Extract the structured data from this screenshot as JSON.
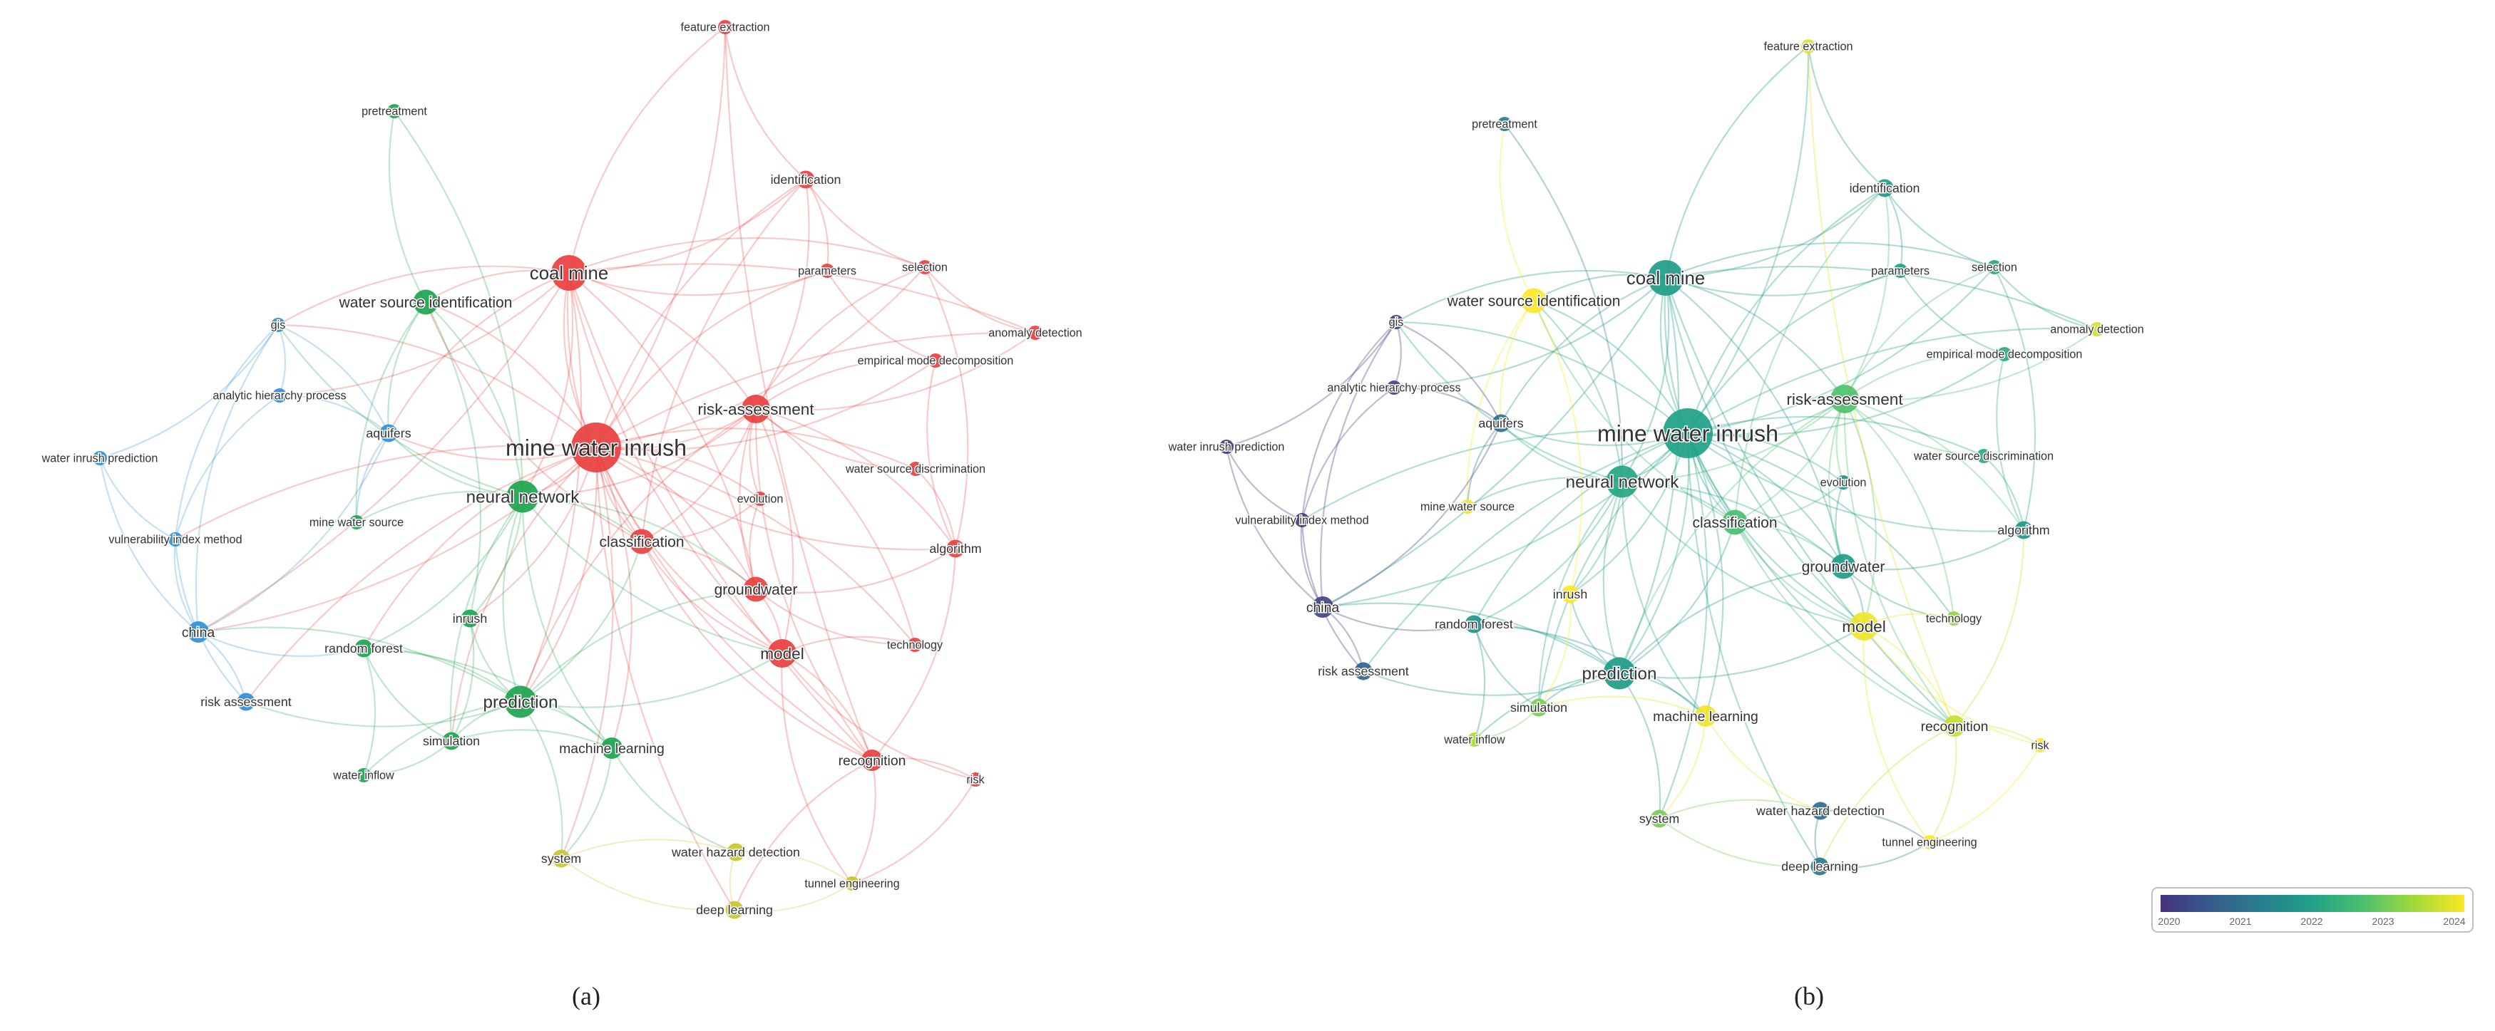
{
  "panels": [
    {
      "id": "a",
      "caption": "(a)"
    },
    {
      "id": "b",
      "caption": "(b)"
    }
  ],
  "nodes": [
    {
      "id": "feature_extraction",
      "label": "feature extraction",
      "cluster": "red",
      "year": 2023.8,
      "weight": 1
    },
    {
      "id": "pretreatment",
      "label": "pretreatment",
      "cluster": "green",
      "year": 2021.3,
      "weight": 1
    },
    {
      "id": "identification",
      "label": "identification",
      "cluster": "red",
      "year": 2021.8,
      "weight": 1.5
    },
    {
      "id": "coal_mine",
      "label": "coal mine",
      "cluster": "red",
      "year": 2021.9,
      "weight": 4
    },
    {
      "id": "parameters",
      "label": "parameters",
      "cluster": "red",
      "year": 2022.0,
      "weight": 1
    },
    {
      "id": "selection",
      "label": "selection",
      "cluster": "red",
      "year": 2022.1,
      "weight": 1
    },
    {
      "id": "water_source_identification",
      "label": "water source identification",
      "cluster": "green",
      "year": 2024.0,
      "weight": 2.5
    },
    {
      "id": "gis",
      "label": "gis",
      "cluster": "blue",
      "year": 2020.2,
      "weight": 1
    },
    {
      "id": "anomaly_detection",
      "label": "anomaly detection",
      "cluster": "red",
      "year": 2023.7,
      "weight": 1
    },
    {
      "id": "empirical_mode_decomposition",
      "label": "empirical mode decomposition",
      "cluster": "red",
      "year": 2022.2,
      "weight": 1
    },
    {
      "id": "analytic_hierarchy_process",
      "label": "analytic hierarchy process",
      "cluster": "blue",
      "year": 2020.3,
      "weight": 1
    },
    {
      "id": "risk_assessment_main",
      "label": "risk-assessment",
      "cluster": "red",
      "year": 2022.7,
      "weight": 3
    },
    {
      "id": "aquifers",
      "label": "aquifers",
      "cluster": "blue",
      "year": 2021.0,
      "weight": 1.5
    },
    {
      "id": "mine_water_inrush",
      "label": "mine water inrush",
      "cluster": "red",
      "year": 2022.0,
      "weight": 6
    },
    {
      "id": "water_inrush_prediction",
      "label": "water inrush prediction",
      "cluster": "blue",
      "year": 2020.1,
      "weight": 1
    },
    {
      "id": "water_source_discrimination",
      "label": "water source discrimination",
      "cluster": "red",
      "year": 2022.2,
      "weight": 1
    },
    {
      "id": "neural_network",
      "label": "neural network",
      "cluster": "green",
      "year": 2022.1,
      "weight": 3.5
    },
    {
      "id": "evolution",
      "label": "evolution",
      "cluster": "red",
      "year": 2021.7,
      "weight": 1
    },
    {
      "id": "mine_water_source",
      "label": "mine water source",
      "cluster": "green",
      "year": 2023.9,
      "weight": 1
    },
    {
      "id": "vulnerability_index_method",
      "label": "vulnerability index method",
      "cluster": "blue",
      "year": 2020.1,
      "weight": 1
    },
    {
      "id": "classification",
      "label": "classification",
      "cluster": "red",
      "year": 2022.6,
      "weight": 2.5
    },
    {
      "id": "algorithm",
      "label": "algorithm",
      "cluster": "red",
      "year": 2021.8,
      "weight": 1.5
    },
    {
      "id": "groundwater",
      "label": "groundwater",
      "cluster": "red",
      "year": 2021.9,
      "weight": 2.5
    },
    {
      "id": "inrush",
      "label": "inrush",
      "cluster": "green",
      "year": 2024.0,
      "weight": 1.5
    },
    {
      "id": "china",
      "label": "china",
      "cluster": "blue",
      "year": 2020.3,
      "weight": 2
    },
    {
      "id": "random_forest",
      "label": "random forest",
      "cluster": "green",
      "year": 2021.7,
      "weight": 1.5
    },
    {
      "id": "model",
      "label": "model",
      "cluster": "red",
      "year": 2023.9,
      "weight": 3
    },
    {
      "id": "technology",
      "label": "technology",
      "cluster": "red",
      "year": 2023.2,
      "weight": 1
    },
    {
      "id": "risk_assessment",
      "label": "risk assessment",
      "cluster": "blue",
      "year": 2020.8,
      "weight": 1.5
    },
    {
      "id": "prediction",
      "label": "prediction",
      "cluster": "green",
      "year": 2021.9,
      "weight": 3.5
    },
    {
      "id": "simulation",
      "label": "simulation",
      "cluster": "green",
      "year": 2023.0,
      "weight": 1.5
    },
    {
      "id": "machine_learning",
      "label": "machine learning",
      "cluster": "green",
      "year": 2023.9,
      "weight": 2
    },
    {
      "id": "recognition",
      "label": "recognition",
      "cluster": "red",
      "year": 2023.6,
      "weight": 2
    },
    {
      "id": "water_inflow",
      "label": "water inflow",
      "cluster": "green",
      "year": 2023.4,
      "weight": 1
    },
    {
      "id": "risk",
      "label": "risk",
      "cluster": "red",
      "year": 2024.0,
      "weight": 1
    },
    {
      "id": "system",
      "label": "system",
      "cluster": "yellow",
      "year": 2023.0,
      "weight": 1.5
    },
    {
      "id": "water_hazard_detection",
      "label": "water hazard detection",
      "cluster": "yellow",
      "year": 2021.0,
      "weight": 1.5
    },
    {
      "id": "tunnel_engineering",
      "label": "tunnel engineering",
      "cluster": "yellow",
      "year": 2024.0,
      "weight": 1
    },
    {
      "id": "deep_learning",
      "label": "deep learning",
      "cluster": "yellow",
      "year": 2021.2,
      "weight": 1.5
    }
  ],
  "edges": [
    [
      "mine_water_inrush",
      "coal_mine"
    ],
    [
      "mine_water_inrush",
      "risk_assessment_main"
    ],
    [
      "mine_water_inrush",
      "neural_network"
    ],
    [
      "mine_water_inrush",
      "classification"
    ],
    [
      "mine_water_inrush",
      "groundwater"
    ],
    [
      "mine_water_inrush",
      "model"
    ],
    [
      "mine_water_inrush",
      "prediction"
    ],
    [
      "mine_water_inrush",
      "water_source_identification"
    ],
    [
      "mine_water_inrush",
      "identification"
    ],
    [
      "mine_water_inrush",
      "feature_extraction"
    ],
    [
      "mine_water_inrush",
      "aquifers"
    ],
    [
      "mine_water_inrush",
      "gis"
    ],
    [
      "mine_water_inrush",
      "china"
    ],
    [
      "mine_water_inrush",
      "random_forest"
    ],
    [
      "mine_water_inrush",
      "machine_learning"
    ],
    [
      "mine_water_inrush",
      "recognition"
    ],
    [
      "mine_water_inrush",
      "evolution"
    ],
    [
      "mine_water_inrush",
      "algorithm"
    ],
    [
      "mine_water_inrush",
      "parameters"
    ],
    [
      "mine_water_inrush",
      "selection"
    ],
    [
      "mine_water_inrush",
      "water_source_discrimination"
    ],
    [
      "mine_water_inrush",
      "simulation"
    ],
    [
      "mine_water_inrush",
      "system"
    ],
    [
      "mine_water_inrush",
      "deep_learning"
    ],
    [
      "mine_water_inrush",
      "inrush"
    ],
    [
      "mine_water_inrush",
      "vulnerability_index_method"
    ],
    [
      "mine_water_inrush",
      "technology"
    ],
    [
      "mine_water_inrush",
      "empirical_mode_decomposition"
    ],
    [
      "mine_water_inrush",
      "anomaly_detection"
    ],
    [
      "mine_water_inrush",
      "risk_assessment"
    ],
    [
      "coal_mine",
      "risk_assessment_main"
    ],
    [
      "coal_mine",
      "identification"
    ],
    [
      "coal_mine",
      "feature_extraction"
    ],
    [
      "coal_mine",
      "classification"
    ],
    [
      "coal_mine",
      "groundwater"
    ],
    [
      "coal_mine",
      "model"
    ],
    [
      "coal_mine",
      "prediction"
    ],
    [
      "coal_mine",
      "parameters"
    ],
    [
      "coal_mine",
      "selection"
    ],
    [
      "coal_mine",
      "gis"
    ],
    [
      "coal_mine",
      "china"
    ],
    [
      "coal_mine",
      "water_source_identification"
    ],
    [
      "coal_mine",
      "neural_network"
    ],
    [
      "coal_mine",
      "recognition"
    ],
    [
      "coal_mine",
      "anomaly_detection"
    ],
    [
      "coal_mine",
      "aquifers"
    ],
    [
      "coal_mine",
      "analytic_hierarchy_process"
    ],
    [
      "risk_assessment_main",
      "identification"
    ],
    [
      "risk_assessment_main",
      "classification"
    ],
    [
      "risk_assessment_main",
      "groundwater"
    ],
    [
      "risk_assessment_main",
      "model"
    ],
    [
      "risk_assessment_main",
      "evolution"
    ],
    [
      "risk_assessment_main",
      "algorithm"
    ],
    [
      "risk_assessment_main",
      "water_source_discrimination"
    ],
    [
      "risk_assessment_main",
      "neural_network"
    ],
    [
      "risk_assessment_main",
      "prediction"
    ],
    [
      "risk_assessment_main",
      "selection"
    ],
    [
      "risk_assessment_main",
      "anomaly_detection"
    ],
    [
      "risk_assessment_main",
      "empirical_mode_decomposition"
    ],
    [
      "risk_assessment_main",
      "recognition"
    ],
    [
      "risk_assessment_main",
      "technology"
    ],
    [
      "neural_network",
      "prediction"
    ],
    [
      "neural_network",
      "classification"
    ],
    [
      "neural_network",
      "water_source_identification"
    ],
    [
      "neural_network",
      "random_forest"
    ],
    [
      "neural_network",
      "machine_learning"
    ],
    [
      "neural_network",
      "inrush"
    ],
    [
      "neural_network",
      "simulation"
    ],
    [
      "neural_network",
      "aquifers"
    ],
    [
      "neural_network",
      "mine_water_source"
    ],
    [
      "neural_network",
      "groundwater"
    ],
    [
      "neural_network",
      "model"
    ],
    [
      "neural_network",
      "gis"
    ],
    [
      "prediction",
      "random_forest"
    ],
    [
      "prediction",
      "machine_learning"
    ],
    [
      "prediction",
      "simulation"
    ],
    [
      "prediction",
      "inrush"
    ],
    [
      "prediction",
      "china"
    ],
    [
      "prediction",
      "risk_assessment"
    ],
    [
      "prediction",
      "water_inflow"
    ],
    [
      "prediction",
      "system"
    ],
    [
      "prediction",
      "classification"
    ],
    [
      "prediction",
      "groundwater"
    ],
    [
      "prediction",
      "model"
    ],
    [
      "classification",
      "groundwater"
    ],
    [
      "classification",
      "model"
    ],
    [
      "classification",
      "identification"
    ],
    [
      "classification",
      "recognition"
    ],
    [
      "classification",
      "water_source_identification"
    ],
    [
      "classification",
      "evolution"
    ],
    [
      "groundwater",
      "model"
    ],
    [
      "groundwater",
      "algorithm"
    ],
    [
      "groundwater",
      "evolution"
    ],
    [
      "groundwater",
      "technology"
    ],
    [
      "model",
      "recognition"
    ],
    [
      "model",
      "risk"
    ],
    [
      "model",
      "technology"
    ],
    [
      "model",
      "tunnel_engineering"
    ],
    [
      "recognition",
      "risk"
    ],
    [
      "recognition",
      "deep_learning"
    ],
    [
      "recognition",
      "tunnel_engineering"
    ],
    [
      "recognition",
      "algorithm"
    ],
    [
      "identification",
      "parameters"
    ],
    [
      "identification",
      "selection"
    ],
    [
      "identification",
      "feature_extraction"
    ],
    [
      "selection",
      "anomaly_detection"
    ],
    [
      "selection",
      "algorithm"
    ],
    [
      "parameters",
      "empirical_mode_decomposition"
    ],
    [
      "water_source_discrimination",
      "algorithm"
    ],
    [
      "empirical_mode_decomposition",
      "algorithm"
    ],
    [
      "water_source_identification",
      "pretreatment"
    ],
    [
      "water_source_identification",
      "aquifers"
    ],
    [
      "water_source_identification",
      "inrush"
    ],
    [
      "water_source_identification",
      "mine_water_source"
    ],
    [
      "gis",
      "analytic_hierarchy_process"
    ],
    [
      "gis",
      "vulnerability_index_method"
    ],
    [
      "gis",
      "water_inrush_prediction"
    ],
    [
      "gis",
      "china"
    ],
    [
      "gis",
      "aquifers"
    ],
    [
      "analytic_hierarchy_process",
      "vulnerability_index_method"
    ],
    [
      "analytic_hierarchy_process",
      "aquifers"
    ],
    [
      "vulnerability_index_method",
      "china"
    ],
    [
      "vulnerability_index_method",
      "water_inrush_prediction"
    ],
    [
      "vulnerability_index_method",
      "risk_assessment"
    ],
    [
      "china",
      "risk_assessment"
    ],
    [
      "china",
      "random_forest"
    ],
    [
      "china",
      "water_inrush_prediction"
    ],
    [
      "china",
      "aquifers"
    ],
    [
      "random_forest",
      "machine_learning"
    ],
    [
      "random_forest",
      "simulation"
    ],
    [
      "random_forest",
      "water_inflow"
    ],
    [
      "machine_learning",
      "simulation"
    ],
    [
      "machine_learning",
      "system"
    ],
    [
      "machine_learning",
      "water_hazard_detection"
    ],
    [
      "simulation",
      "water_inflow"
    ],
    [
      "system",
      "deep_learning"
    ],
    [
      "system",
      "water_hazard_detection"
    ],
    [
      "water_hazard_detection",
      "deep_learning"
    ],
    [
      "water_hazard_detection",
      "tunnel_engineering"
    ],
    [
      "deep_learning",
      "tunnel_engineering"
    ],
    [
      "inrush",
      "simulation"
    ],
    [
      "aquifers",
      "mine_water_source"
    ],
    [
      "pretreatment",
      "neural_network"
    ],
    [
      "feature_extraction",
      "recognition"
    ],
    [
      "risk",
      "tunnel_engineering"
    ]
  ],
  "legend": {
    "ticks": [
      "2020",
      "2021",
      "2022",
      "2023",
      "2024"
    ],
    "colors": [
      "#46327e",
      "#365c8d",
      "#277f8e",
      "#1fa187",
      "#4ac16d",
      "#a0da39",
      "#fde725"
    ]
  },
  "cluster_colors": {
    "red": "#e8403f",
    "green": "#1ca54e",
    "blue": "#2f8fd6",
    "yellow": "#c8c52a"
  }
}
